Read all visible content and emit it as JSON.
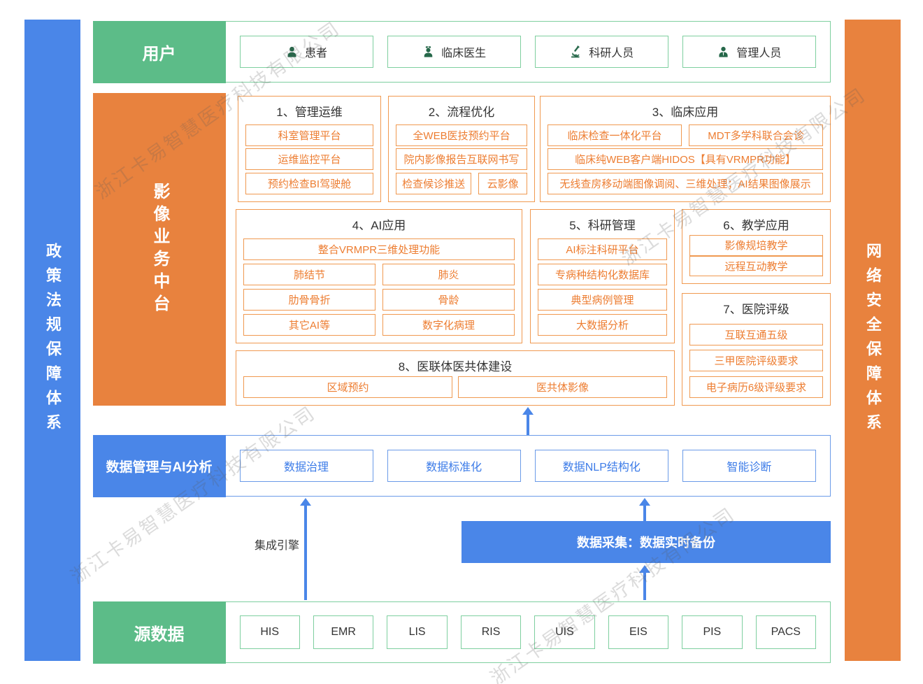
{
  "watermark": {
    "text": "浙江卡易智慧医疗科技有限公司"
  },
  "sidebars": {
    "left": {
      "label": "政策法规保障体系"
    },
    "right": {
      "label": "网络安全保障体系"
    }
  },
  "users_row": {
    "label": "用户",
    "items": [
      {
        "label": "患者",
        "icon": "patient-icon"
      },
      {
        "label": "临床医生",
        "icon": "doctor-icon"
      },
      {
        "label": "科研人员",
        "icon": "microscope-icon"
      },
      {
        "label": "管理人员",
        "icon": "manager-icon"
      }
    ]
  },
  "platform": {
    "label": "影像业务中台",
    "sections": [
      {
        "title": "1、管理运维",
        "items": [
          "科室管理平台",
          "运维监控平台",
          "预约检查BI驾驶舱"
        ]
      },
      {
        "title": "2、流程优化",
        "items": [
          "全WEB医技预约平台",
          "院内影像报告互联网书写",
          "检查候诊推送",
          "云影像"
        ]
      },
      {
        "title": "3、临床应用",
        "items": [
          "临床检查一体化平台",
          "MDT多学科联合会诊",
          "临床纯WEB客户端HIDOS【具有VRMPR功能】",
          "无线查房移动端图像调阅、三维处理；AI结果图像展示"
        ]
      },
      {
        "title": "4、AI应用",
        "items": [
          "整合VRMPR三维处理功能",
          "肺结节",
          "肺炎",
          "肋骨骨折",
          "骨龄",
          "其它AI等",
          "数字化病理"
        ]
      },
      {
        "title": "5、科研管理",
        "items": [
          "AI标注科研平台",
          "专病种结构化数据库",
          "典型病例管理",
          "大数据分析"
        ]
      },
      {
        "title": "6、教学应用",
        "items": [
          "影像规培教学",
          "远程互动教学"
        ]
      },
      {
        "title": "7、医院评级",
        "items": [
          "互联互通五级",
          "三甲医院评级要求",
          "电子病历6级评级要求"
        ]
      },
      {
        "title": "8、医联体医共体建设",
        "items": [
          "区域预约",
          "医共体影像"
        ]
      }
    ]
  },
  "data_mgmt_row": {
    "label": "数据管理与AI分析",
    "items": [
      "数据治理",
      "数据标准化",
      "数据NLP结构化",
      "智能诊断"
    ]
  },
  "integration": {
    "label": "集成引擎"
  },
  "data_collection": {
    "label": "数据采集：数据实时备份"
  },
  "source_row": {
    "label": "源数据",
    "items": [
      "HIS",
      "EMR",
      "LIS",
      "RIS",
      "UIS",
      "EIS",
      "PIS",
      "PACS"
    ]
  },
  "colors": {
    "green": "#5CBC88",
    "green_border": "#7ECF9F",
    "green_dark": "#26684A",
    "orange": "#E8823E",
    "orange_border": "#F09950",
    "orange_text": "#ED7D31",
    "blue": "#4A86E8",
    "blue_border": "#6B9BE8",
    "blue_text": "#3D7CE8"
  }
}
